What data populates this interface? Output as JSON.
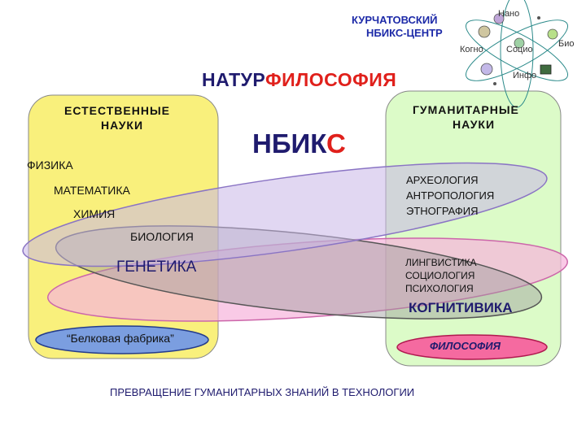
{
  "header": {
    "org_line1": "КУРЧАТОВСКИЙ",
    "org_line2": "НБИКС-ЦЕНТР"
  },
  "logo": {
    "nano": "Нано",
    "bio": "Био",
    "kogno": "Когно",
    "socio": "Социо",
    "info": "Инфо"
  },
  "title": {
    "part1": "НАТУР",
    "part2": "ФИЛОСОФИЯ"
  },
  "center_label": {
    "part1": "НБИК",
    "part2": "С"
  },
  "left_panel": {
    "heading_line1": "ЕСТЕСТВЕННЫЕ",
    "heading_line2": "НАУКИ",
    "items": [
      "ФИЗИКА",
      "МАТЕМАТИКА",
      "ХИМИЯ",
      "БИОЛОГИЯ",
      "ГЕНЕТИКА"
    ],
    "badge": "“Белковая фабрика”"
  },
  "right_panel": {
    "heading_line1": "ГУМАНИТАРНЫЕ",
    "heading_line2": "НАУКИ",
    "group1": [
      "АРХЕОЛОГИЯ",
      "АНТРОПОЛОГИЯ",
      "ЭТНОГРАФИЯ"
    ],
    "group2": [
      "ЛИНГВИСТИКА",
      "СОЦИОЛОГИЯ",
      "ПСИХОЛОГИЯ"
    ],
    "cognitive": "КОГНИТИВИКА",
    "badge": "ФИЛОСОФИЯ"
  },
  "footer": "ПРЕВРАЩЕНИЕ ГУМАНИТАРНЫХ ЗНАНИЙ В ТЕХНОЛОГИИ",
  "colors": {
    "left_panel": "#f9f07c",
    "right_panel": "#dcfbc8",
    "accent_red": "#e0201b",
    "title_blue": "#1f1b6e",
    "header_blue": "#1d2aa8",
    "ellipse_purple": "#c9b6e8",
    "ellipse_pink": "#f6b4dc",
    "ellipse_gray": "#9c9c9c",
    "badge_blue": "#7b9ee0",
    "badge_pink": "#f56aa0"
  }
}
